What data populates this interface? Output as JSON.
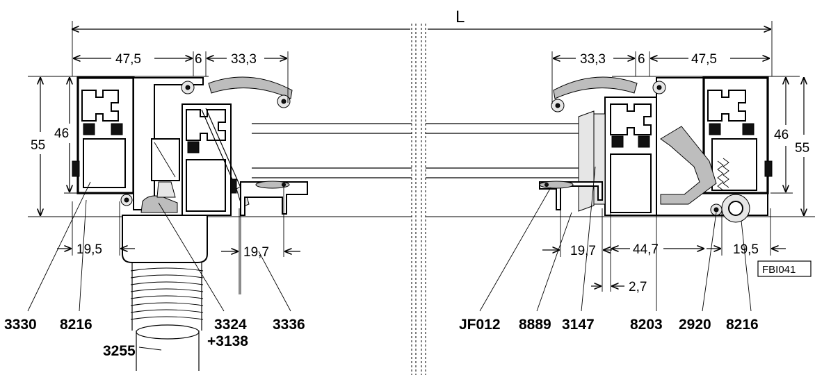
{
  "overall": {
    "label": "L"
  },
  "left": {
    "dims": {
      "frame_width": "47,5",
      "gap": "6",
      "sash_width": "33,3",
      "height_outer": "55",
      "height_inner": "46",
      "bottom_left": "19,5",
      "bottom_right": "19,7"
    },
    "parts": {
      "p1": "3330",
      "p2": "8216",
      "p3_line1": "3324",
      "p3_line2": "+3138",
      "p4": "3336",
      "p5": "3255"
    }
  },
  "right": {
    "dims": {
      "sash_width": "33,3",
      "gap": "6",
      "frame_width": "47,5",
      "height_inner": "46",
      "height_outer": "55",
      "bottom_left": "19,7",
      "middle": "44,7",
      "bottom_right": "19,5",
      "small": "2,7"
    },
    "parts": {
      "p1": "JF012",
      "p2": "8889",
      "p3": "3147",
      "p4": "8203",
      "p5": "2920",
      "p6": "8216"
    }
  },
  "reference": "FBI041"
}
